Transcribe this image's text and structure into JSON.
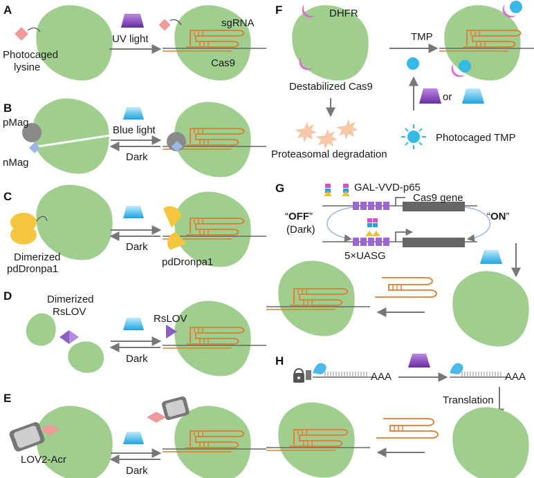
{
  "colors": {
    "cas9": "#9fce8f",
    "rna": "#e07b2e",
    "dna": "#666666",
    "uv": "#7b3fb0",
    "blue": "#2aaee6",
    "pink": "#f19a9a",
    "yellow": "#f4c63d",
    "grey": "#7d7d7d"
  },
  "panels": {
    "a": {
      "letter": "A",
      "cage": "Photocaged",
      "lysine": "lysine",
      "light": "UV light",
      "sgrna": "sgRNA",
      "cas9": "Cas9"
    },
    "b": {
      "letter": "B",
      "pmag": "pMag",
      "nmag": "nMag",
      "light": "Blue light",
      "dark": "Dark"
    },
    "c": {
      "letter": "C",
      "dimer1": "Dimerized",
      "dimer2": "pdDronpa1",
      "mono": "pdDronpa1",
      "dark": "Dark"
    },
    "d": {
      "letter": "D",
      "dimer1": "Dimerized",
      "dimer2": "RsLOV",
      "mono": "RsLOV",
      "dark": "Dark"
    },
    "e": {
      "letter": "E",
      "acr": "LOV2-Acr",
      "dark": "Dark"
    },
    "f": {
      "letter": "F",
      "dhfr": "DHFR",
      "destab": "Destabilized Cas9",
      "tmp": "TMP",
      "or": "or",
      "degrade": "Proteasomal degradation",
      "caged": "Photocaged TMP"
    },
    "g": {
      "letter": "G",
      "gal": "GAL-VVD-p65",
      "gene": "Cas9 gene",
      "off_q1": "“",
      "off": "OFF",
      "off_q2": "”",
      "dark": "(Dark)",
      "on_q1": "“",
      "on": "ON",
      "on_q2": "”",
      "uas": "5×UASG"
    },
    "h": {
      "letter": "H",
      "polya1": "AAA",
      "polya2": "AAA",
      "translation": "Translation"
    }
  }
}
